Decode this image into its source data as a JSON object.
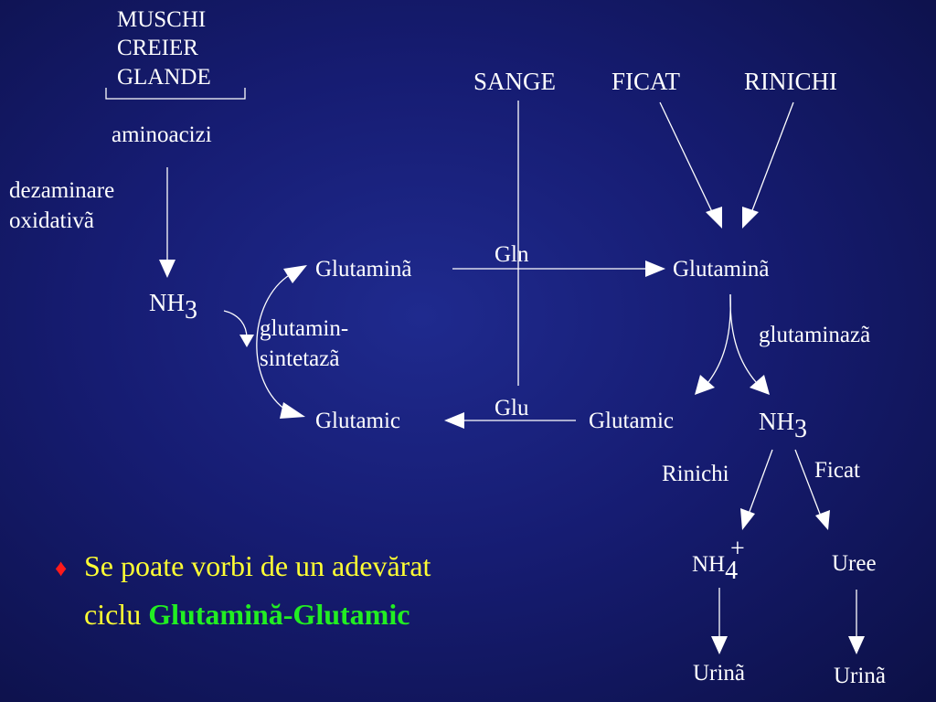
{
  "tissues": [
    "MUSCHI",
    "CREIER",
    "GLANDE"
  ],
  "aminoacids": "aminoacizi",
  "deamination": [
    "dezaminare",
    "oxidativã"
  ],
  "nh3_left": {
    "base": "NH",
    "sub": "3"
  },
  "enzyme_synthetase": [
    "glutamin-",
    "sintetazã"
  ],
  "glutamine_left": "Glutaminã",
  "glutamic_left": "Glutamic",
  "organs": {
    "blood": "SANGE",
    "liver": "FICAT",
    "kidney": "RINICHI"
  },
  "gln_label": "Gln",
  "glu_label": "Glu",
  "glutamine_right": "Glutaminã",
  "glutamic_right": "Glutamic",
  "enzyme_glutaminase": "glutaminazã",
  "nh3_right": {
    "base": "NH",
    "sub": "3"
  },
  "kidney_route": "Rinichi",
  "liver_route": "Ficat",
  "ammonium": {
    "base": "NH",
    "sub": "4",
    "sup": "+"
  },
  "urea": "Uree",
  "urine_left": "Urinã",
  "urine_right": "Urinã",
  "bullet": {
    "symbol": "♦",
    "line1": "Se poate vorbi de un adevărat",
    "line2_prefix": "ciclu ",
    "line2_highlight": "Glutamină-Glutamic"
  },
  "colors": {
    "bullet_text": "#ffff33",
    "highlight": "#22ee22",
    "bullet_symbol": "#ff1a1a"
  }
}
